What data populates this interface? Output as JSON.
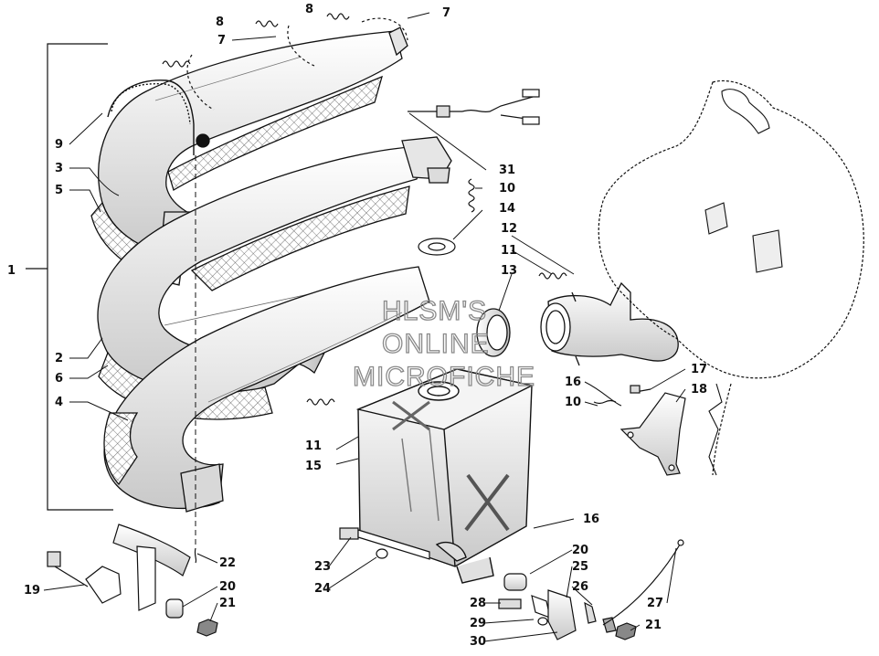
{
  "watermark": {
    "lines": [
      "HLSM'S",
      "ONLINE",
      "MICROFICHE"
    ]
  },
  "callouts": [
    {
      "id": "c1",
      "label": "1"
    },
    {
      "id": "c2",
      "label": "2"
    },
    {
      "id": "c3",
      "label": "3"
    },
    {
      "id": "c4",
      "label": "4"
    },
    {
      "id": "c5",
      "label": "5"
    },
    {
      "id": "c6",
      "label": "6"
    },
    {
      "id": "c7a",
      "label": "7"
    },
    {
      "id": "c7b",
      "label": "7"
    },
    {
      "id": "c8a",
      "label": "8"
    },
    {
      "id": "c8b",
      "label": "8"
    },
    {
      "id": "c9",
      "label": "9"
    },
    {
      "id": "c10a",
      "label": "10"
    },
    {
      "id": "c10b",
      "label": "10"
    },
    {
      "id": "c11a",
      "label": "11"
    },
    {
      "id": "c11b",
      "label": "11"
    },
    {
      "id": "c12",
      "label": "12"
    },
    {
      "id": "c13",
      "label": "13"
    },
    {
      "id": "c14",
      "label": "14"
    },
    {
      "id": "c15",
      "label": "15"
    },
    {
      "id": "c16a",
      "label": "16"
    },
    {
      "id": "c16b",
      "label": "16"
    },
    {
      "id": "c17",
      "label": "17"
    },
    {
      "id": "c18",
      "label": "18"
    },
    {
      "id": "c19",
      "label": "19"
    },
    {
      "id": "c20a",
      "label": "20"
    },
    {
      "id": "c20b",
      "label": "20"
    },
    {
      "id": "c21a",
      "label": "21"
    },
    {
      "id": "c21b",
      "label": "21"
    },
    {
      "id": "c22",
      "label": "22"
    },
    {
      "id": "c23",
      "label": "23"
    },
    {
      "id": "c24",
      "label": "24"
    },
    {
      "id": "c25",
      "label": "25"
    },
    {
      "id": "c26",
      "label": "26"
    },
    {
      "id": "c27",
      "label": "27"
    },
    {
      "id": "c28",
      "label": "28"
    },
    {
      "id": "c29",
      "label": "29"
    },
    {
      "id": "c30",
      "label": "30"
    },
    {
      "id": "c31",
      "label": "31"
    }
  ]
}
